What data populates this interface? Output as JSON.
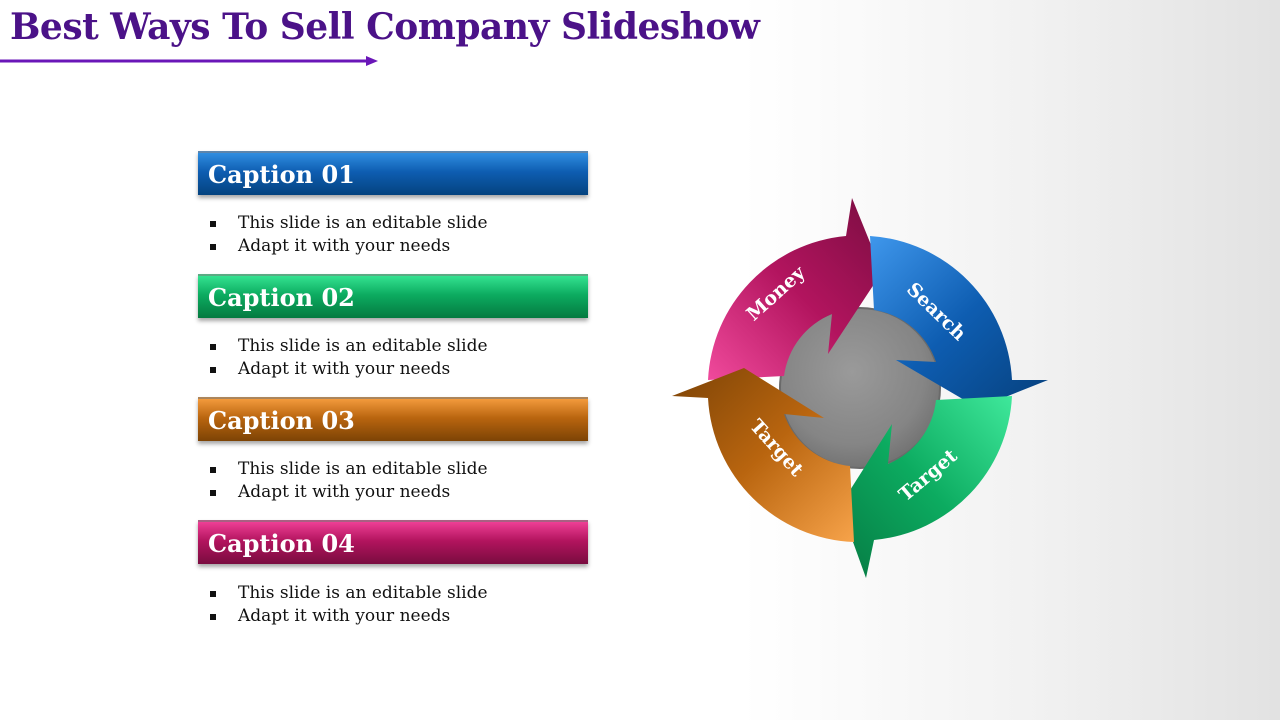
{
  "title": "Best Ways To Sell Company Slideshow",
  "colors": {
    "title": "#4b1288",
    "blue": "#0e5db1",
    "green": "#0cab60",
    "orange": "#b9650f",
    "magenta": "#b2145e",
    "center": "#858585"
  },
  "captions": [
    {
      "label": "Caption 01",
      "bullets": [
        "This slide is an editable slide",
        "Adapt it with your needs"
      ]
    },
    {
      "label": "Caption 02",
      "bullets": [
        "This slide is an editable slide",
        "Adapt it with your needs"
      ]
    },
    {
      "label": "Caption 03",
      "bullets": [
        "This slide is an editable slide",
        "Adapt it with your needs"
      ]
    },
    {
      "label": "Caption 04",
      "bullets": [
        "This slide is an editable slide",
        "Adapt it with your needs"
      ]
    }
  ],
  "cycle": {
    "segments": [
      {
        "label": "Search",
        "color": "blue"
      },
      {
        "label": "Target",
        "color": "green"
      },
      {
        "label": "Target",
        "color": "orange"
      },
      {
        "label": "Money",
        "color": "magenta"
      }
    ]
  }
}
